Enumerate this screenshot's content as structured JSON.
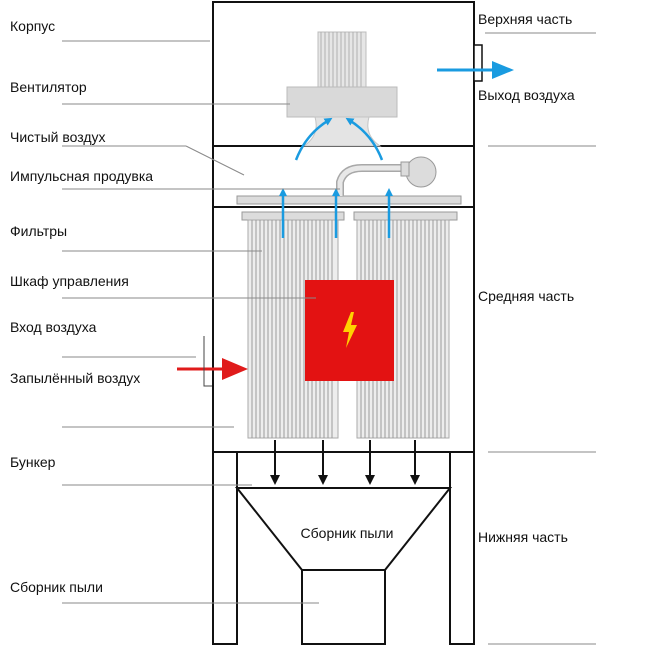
{
  "diagram": {
    "left_labels": {
      "housing": "Корпус",
      "fan": "Вентилятор",
      "clean_air": "Чистый воздух",
      "pulse_blowing": "Импульсная продувка",
      "filters": "Фильтры",
      "control_cabinet": "Шкаф управления",
      "air_inlet": "Вход воздуха",
      "dusty_air": "Запылённый воздух",
      "hopper": "Бункер",
      "dust_collector": "Сборник пыли"
    },
    "right_labels": {
      "upper_part": "Верхняя часть",
      "air_outlet": "Выход воздуха",
      "middle_part": "Средняя часть",
      "lower_part": "Нижняя часть"
    },
    "center_labels": {
      "dust_collector": "Сборник пыли"
    },
    "colors": {
      "airflow_blue": "#1a9be0",
      "inlet_red": "#e01b1b",
      "cabinet_red": "#e31212",
      "bolt_yellow": "#ffd200",
      "frame": "#111111",
      "leader_line": "#8a8a8a",
      "fan_gray": "#d9d9d9",
      "filter_gray": "#c8c8c8"
    }
  }
}
